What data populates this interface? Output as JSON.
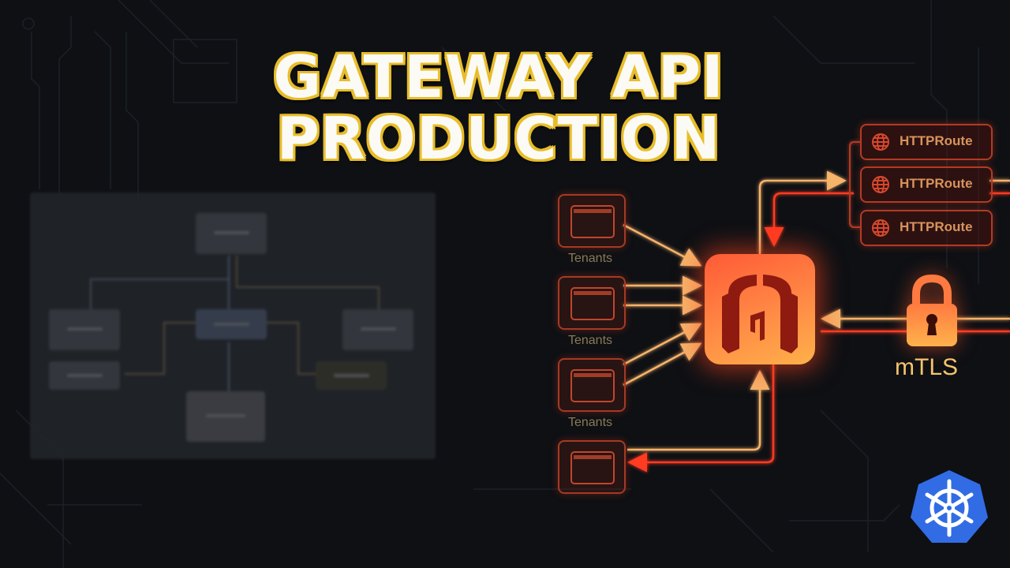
{
  "title": {
    "line1": "GATEWAY API",
    "line2": "PRODUCTION"
  },
  "diagram": {
    "hub": {
      "icon": "gateway-arch-icon",
      "color_from": "#ff5a36",
      "color_to": "#ffb04a"
    },
    "tenants": [
      {
        "label": "Tenants",
        "icon": "browser-window-icon"
      },
      {
        "label": "Tenants",
        "icon": "browser-window-icon"
      },
      {
        "label": "Tenants",
        "icon": "browser-window-icon"
      },
      {
        "label": "",
        "icon": "browser-window-icon"
      }
    ],
    "routes": [
      {
        "label": "HTTPRoute",
        "icon": "globe-icon"
      },
      {
        "label": "HTTPRoute",
        "icon": "globe-icon"
      },
      {
        "label": "HTTPRoute",
        "icon": "globe-icon"
      }
    ],
    "security": {
      "label": "mTLS",
      "icon": "padlock-icon"
    },
    "badge": {
      "icon": "kubernetes-helm-icon",
      "color": "#326ce5"
    },
    "colors": {
      "accent_red": "#ff3b24",
      "accent_orange": "#f6b36a",
      "label_text": "#8a7a55",
      "title_outline": "#e8bd2a"
    }
  }
}
